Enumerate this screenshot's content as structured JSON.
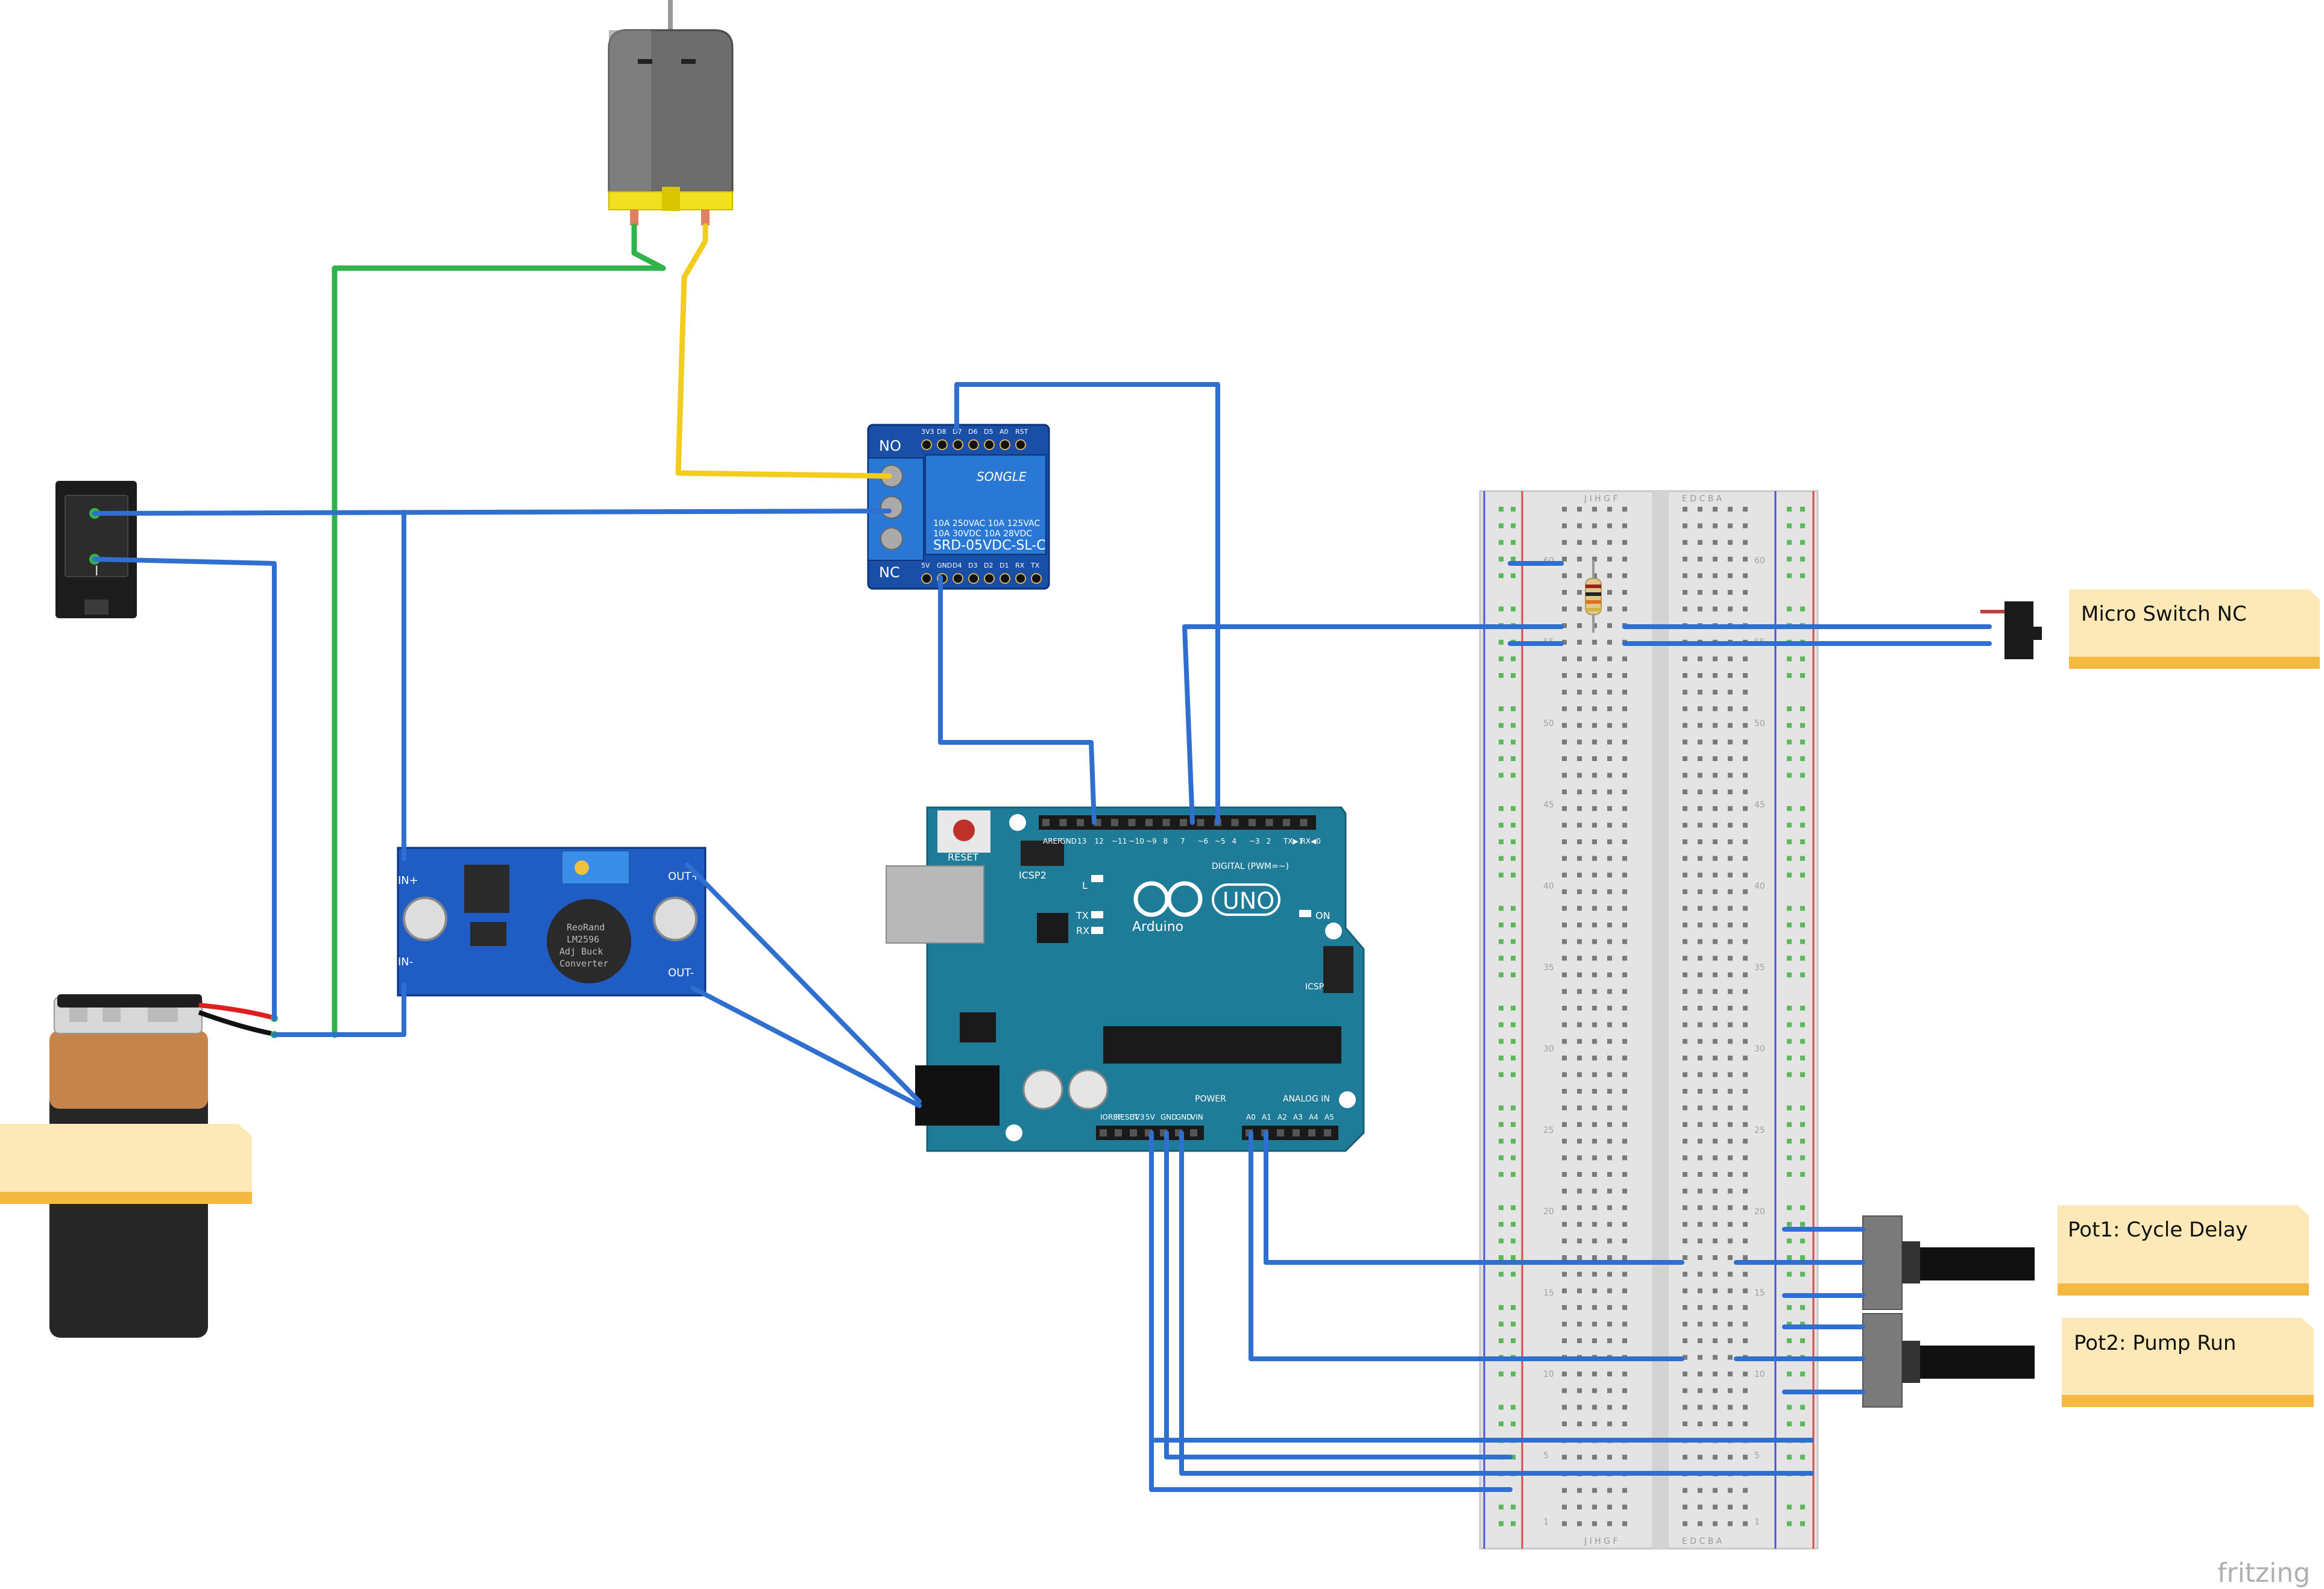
{
  "diagram": {
    "tool_watermark": "fritzing",
    "notes": {
      "micro_switch": "Micro Switch NC",
      "pot1": "Pot1: Cycle Delay",
      "pot2": "Pot2: Pump Run",
      "battery": ""
    },
    "relay": {
      "no_label": "NO",
      "nc_label": "NC",
      "brand": "SONGLE",
      "rating_l1": "10A 250VAC  10A 125VAC",
      "rating_l2": "10A  30VDC  10A  28VDC",
      "model": "SRD-05VDC-SL-C",
      "top_pins": [
        "3V3",
        "D8",
        "D7",
        "D6",
        "D5",
        "A0",
        "RST"
      ],
      "bottom_pins": [
        "5V",
        "GND",
        "D4",
        "D3",
        "D2",
        "D1",
        "RX",
        "TX"
      ]
    },
    "buck": {
      "in_plus": "IN+",
      "in_minus": "IN-",
      "out_plus": "OUT+",
      "out_minus": "OUT-",
      "chip_l1": "ReoRand",
      "chip_l2": "LM2596",
      "chip_l3": "Adj Buck",
      "chip_l4": "Converter"
    },
    "arduino": {
      "brand": "Arduino",
      "model": "UNO",
      "reset": "RESET",
      "icsp2": "ICSP2",
      "icsp": "ICSP",
      "l": "L",
      "tx": "TX",
      "rx": "RX",
      "on": "ON",
      "digital": "DIGITAL (PWM=~)",
      "power": "POWER",
      "analog": "ANALOG IN",
      "digital_pins": [
        "AREF",
        "GND",
        "13",
        "12",
        "~11",
        "~10",
        "~9",
        "8",
        "7",
        "~6",
        "~5",
        "4",
        "~3",
        "2",
        "TX▶1",
        "RX◀0"
      ],
      "power_pins": [
        "IOREF",
        "RESET",
        "3V3",
        "5V",
        "GND",
        "GND",
        "VIN"
      ],
      "analog_pins": [
        "A0",
        "A1",
        "A2",
        "A3",
        "A4",
        "A5"
      ]
    },
    "switch": {
      "on_mark": "I"
    },
    "breadboard": {
      "row_numbers": [
        "60",
        "55",
        "50",
        "45",
        "40",
        "35",
        "30",
        "25",
        "20",
        "15",
        "10",
        "5",
        "1"
      ],
      "col_letters_left": "J I H G F",
      "col_letters_right": "E D C B A"
    },
    "colors": {
      "wire_blue": "#2f6fd0",
      "wire_green": "#2fb34a",
      "wire_yellow": "#f2cc1f",
      "arduino_teal": "#1f7c98",
      "module_blue": "#1a4fa8",
      "note_fill": "#fde9b8",
      "note_band": "#f5b942"
    }
  }
}
